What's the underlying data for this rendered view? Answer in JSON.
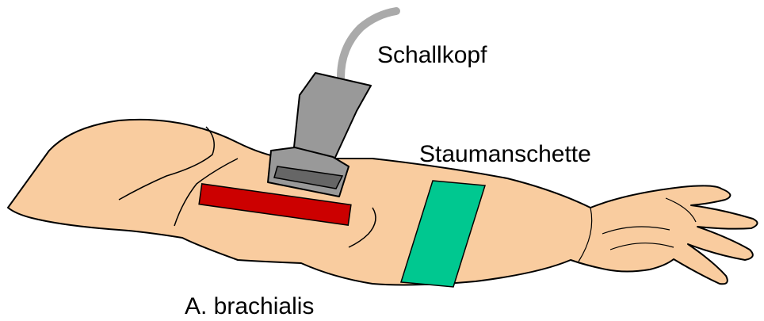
{
  "labels": {
    "probe": "Schallkopf",
    "cuff": "Staumanschette",
    "artery": "A. brachialis"
  },
  "colors": {
    "skin": "#f9cc9f",
    "outline": "#000000",
    "artery": "#cc0000",
    "cuff": "#00c890",
    "probe_body": "#999999",
    "probe_dark": "#666666",
    "cable": "#aaaaaa",
    "background": "#ffffff"
  }
}
